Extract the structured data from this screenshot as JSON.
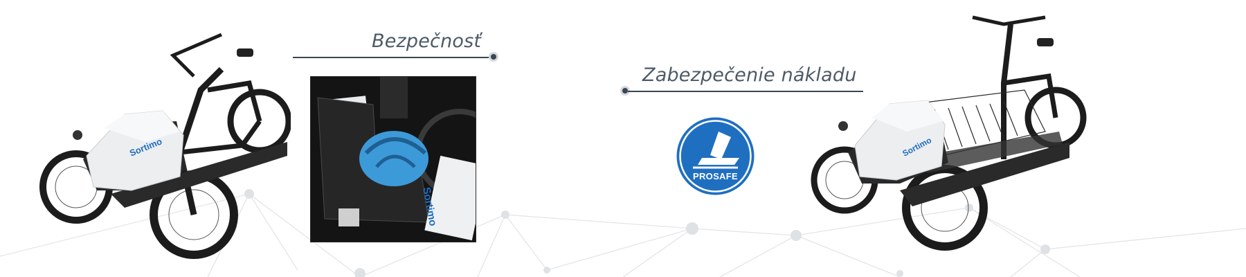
{
  "callouts": {
    "left": "Bezpečnosť",
    "right": "Zabezpečenie nákladu"
  },
  "brand": {
    "box_logo": "Sortimo",
    "badge_text": "PROSAFE"
  },
  "colors": {
    "accent_blue": "#1f6fc1",
    "label_gray": "#4d5a66",
    "rule_dark": "#3a4650"
  },
  "icons": {
    "badge": "prosafe-badge-icon"
  }
}
